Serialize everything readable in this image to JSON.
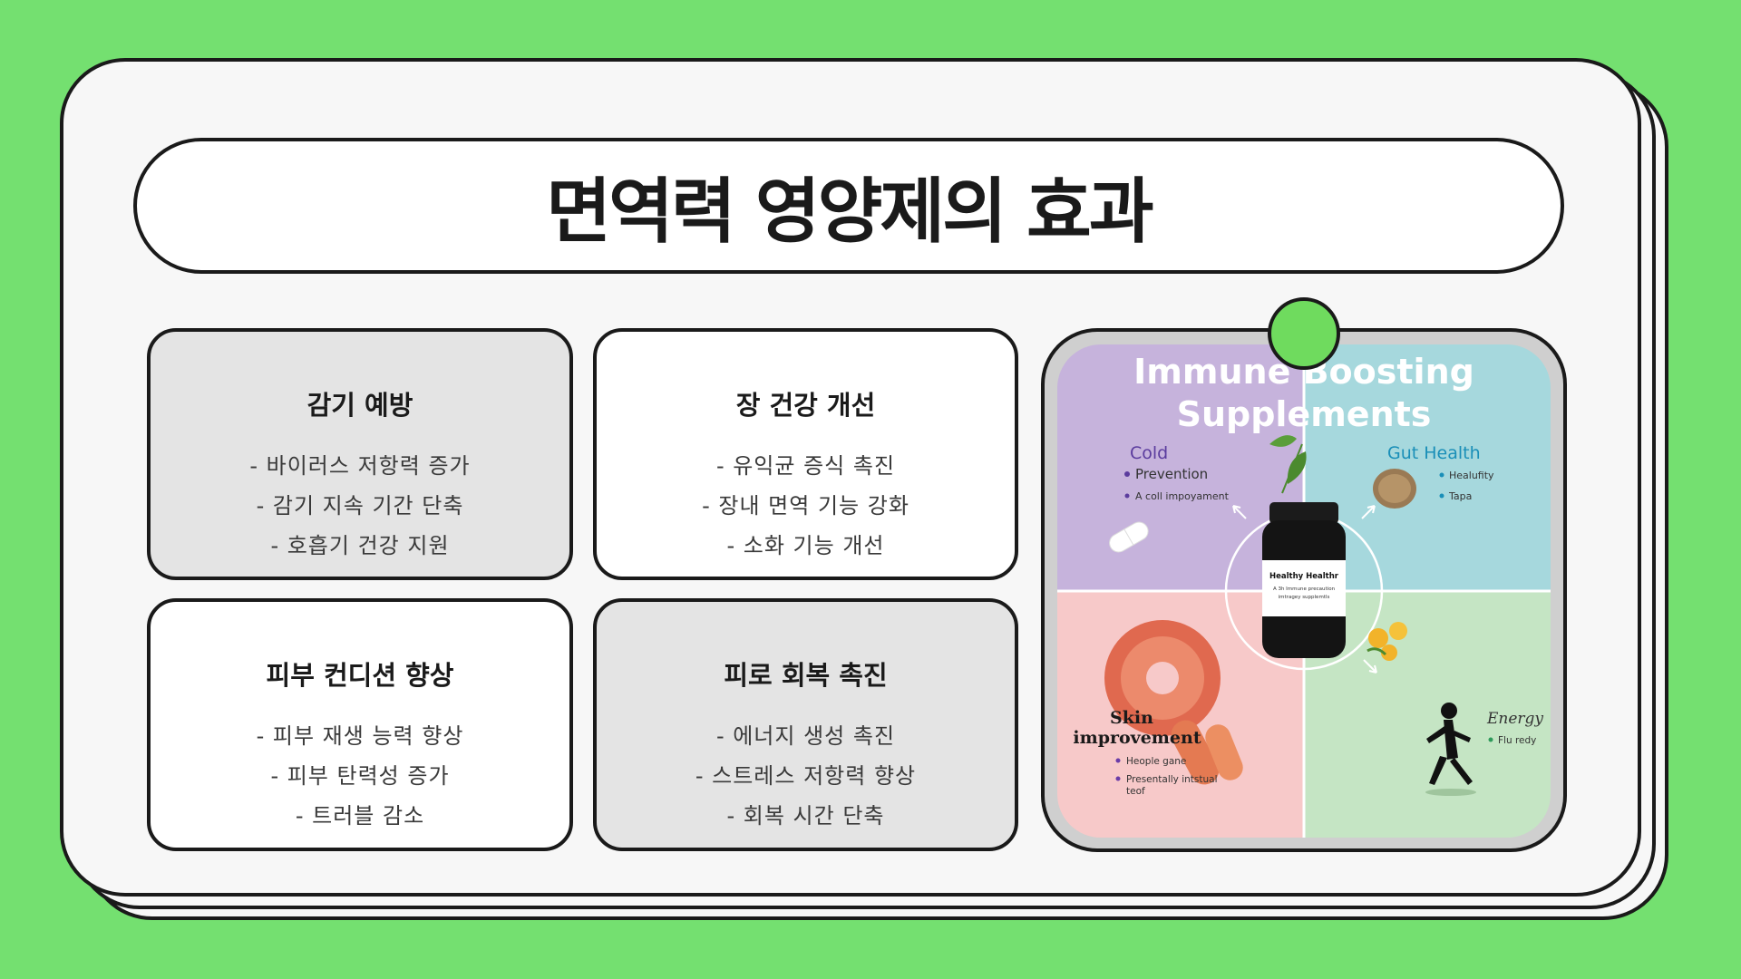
{
  "title": "면역력 영양제의 효과",
  "cards": [
    {
      "heading": "감기 예방",
      "items": [
        "- 바이러스 저항력 증가",
        "- 감기 지속 기간 단축",
        "- 호흡기 건강 지원"
      ]
    },
    {
      "heading": "장 건강 개선",
      "items": [
        "- 유익균 증식 촉진",
        "- 장내 면역 기능 강화",
        "- 소화 기능 개선"
      ]
    },
    {
      "heading": "피부 컨디션 향상",
      "items": [
        "- 피부 재생 능력 향상",
        "- 피부 탄력성 증가",
        "- 트러블 감소"
      ]
    },
    {
      "heading": "피로 회복 촉진",
      "items": [
        "- 에너지 생성 촉진",
        "- 스트레스 저항력 향상",
        "- 회복 시간 단축"
      ]
    }
  ],
  "infographic": {
    "title_line1": "Immune Boosting",
    "title_line2": "Supplements",
    "cold": {
      "heading": "Cold",
      "item1": "Prevention",
      "item2": "A coll impoyament"
    },
    "gut": {
      "heading": "Gut Health",
      "item1": "Healufity",
      "item2": "Tapa"
    },
    "skin": {
      "heading_line1": "Skin",
      "heading_line2": "improvement",
      "item1": "Heople gane",
      "item2_line1": "Presentally intstual",
      "item2_line2": "teof"
    },
    "energy": {
      "heading": "Energy",
      "item1": "Flu redy"
    },
    "bottle": {
      "brand": "Healthy Healthr",
      "line1": "A 3h Immune precaution",
      "line2": "imtragey supplemtls"
    }
  },
  "colors": {
    "background": "#74e070",
    "accent_dot": "#6fdb5e",
    "quad_cold": "#c6b3dc",
    "quad_gut": "#a6d8dd",
    "quad_skin": "#f7c9c9",
    "quad_energy": "#c5e5c4"
  }
}
